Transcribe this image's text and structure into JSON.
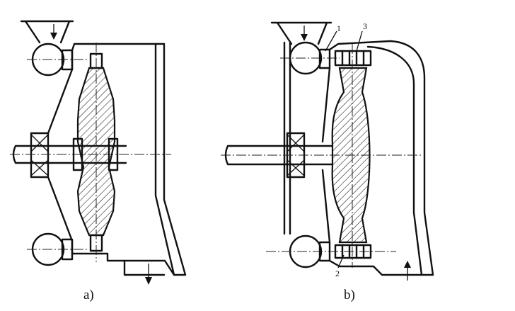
{
  "captions": {
    "a": "a)",
    "b": "b)"
  },
  "part_labels": {
    "p1": "1",
    "p2": "2",
    "p3": "3"
  }
}
